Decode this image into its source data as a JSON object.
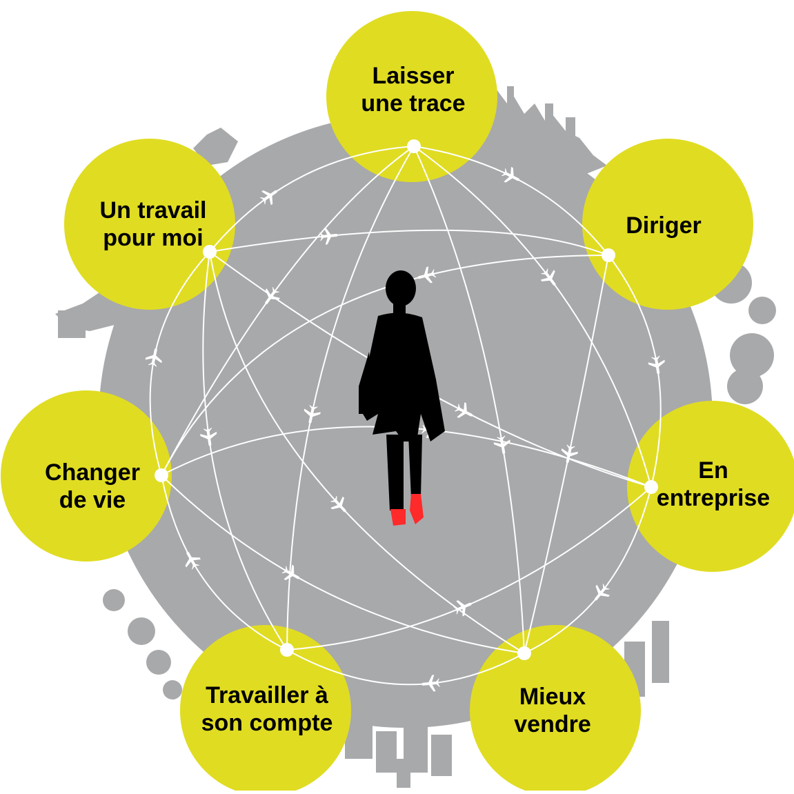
{
  "colors": {
    "background": "#ffffff",
    "world": "#a8a9ab",
    "circle": "#e0dc22",
    "routes": "#ffffff",
    "person": "#000000",
    "shoes": "#ff2a2a",
    "label": "#000000"
  },
  "icons": {
    "route_marker": "airplane-icon",
    "center_figure": "walking-person",
    "background": "city-skyline-globe"
  },
  "nodes": [
    {
      "id": "laisser-une-trace",
      "lines": [
        "Laisser",
        "une trace"
      ]
    },
    {
      "id": "diriger",
      "lines": [
        "Diriger"
      ]
    },
    {
      "id": "en-entreprise",
      "lines": [
        "En",
        "entreprise"
      ]
    },
    {
      "id": "mieux-vendre",
      "lines": [
        "Mieux",
        "vendre"
      ]
    },
    {
      "id": "travailler-a-son-compte",
      "lines": [
        "Travailler à",
        "son compte"
      ]
    },
    {
      "id": "changer-de-vie",
      "lines": [
        "Changer",
        "de vie"
      ]
    },
    {
      "id": "un-travail-pour-moi",
      "lines": [
        "Un travail",
        "pour moi"
      ]
    }
  ]
}
